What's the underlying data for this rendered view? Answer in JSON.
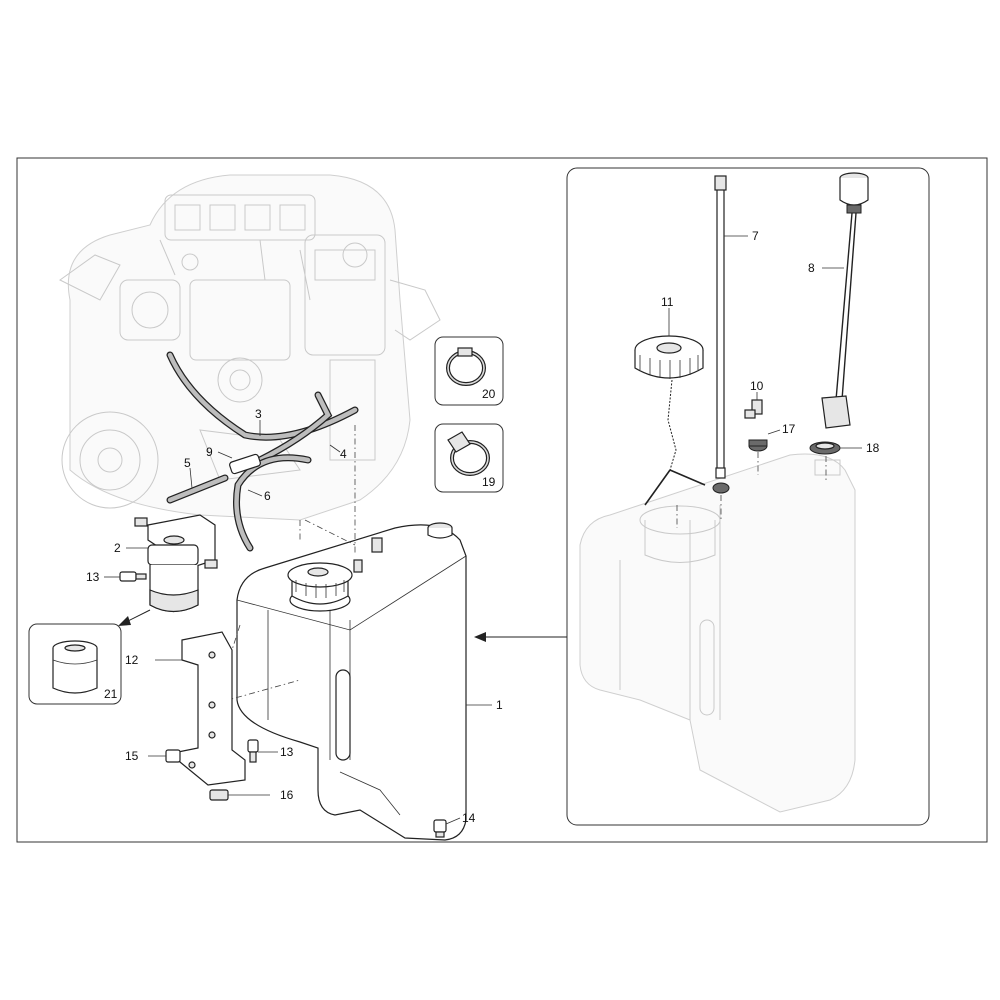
{
  "callouts": {
    "c1": "1",
    "c2": "2",
    "c3": "3",
    "c4": "4",
    "c5": "5",
    "c6": "6",
    "c7": "7",
    "c8": "8",
    "c9": "9",
    "c10": "10",
    "c11": "11",
    "c12": "12",
    "c13a": "13",
    "c13b": "13",
    "c14": "14",
    "c15": "15",
    "c16": "16",
    "c17": "17",
    "c18": "18",
    "c19": "19",
    "c20": "20",
    "c21": "21"
  },
  "icons": {
    "engine": "engine-ghost-icon",
    "tank": "fuel-tank-icon",
    "filter": "fuel-filter-icon",
    "arrow": "detail-arrow-icon"
  },
  "colors": {
    "line": "#222222",
    "ghost": "#c9c9c9",
    "background": "#ffffff"
  }
}
